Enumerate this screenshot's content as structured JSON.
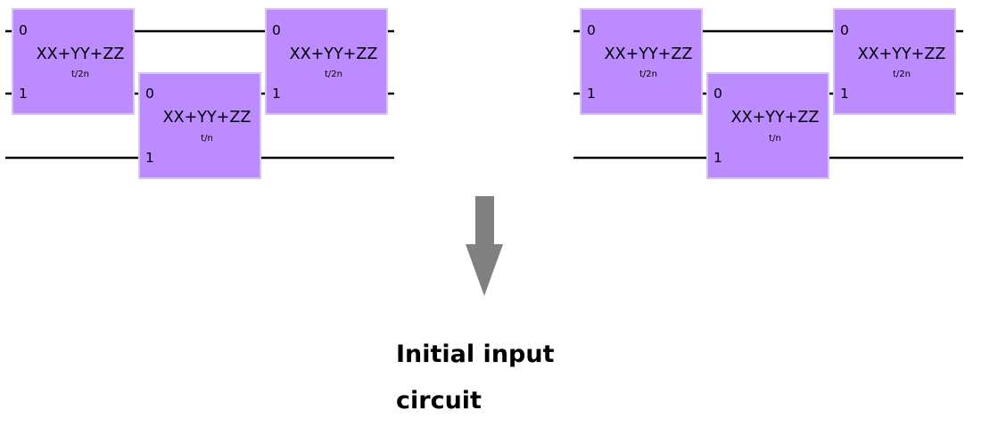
{
  "circuits": [
    {
      "gates": [
        {
          "name": "XX+YY+ZZ",
          "param": "t/2n",
          "ports": [
            "0",
            "1"
          ]
        },
        {
          "name": "XX+YY+ZZ",
          "param": "t/n",
          "ports": [
            "0",
            "1"
          ]
        },
        {
          "name": "XX+YY+ZZ",
          "param": "t/2n",
          "ports": [
            "0",
            "1"
          ]
        }
      ]
    },
    {
      "gates": [
        {
          "name": "XX+YY+ZZ",
          "param": "t/2n",
          "ports": [
            "0",
            "1"
          ]
        },
        {
          "name": "XX+YY+ZZ",
          "param": "t/n",
          "ports": [
            "0",
            "1"
          ]
        },
        {
          "name": "XX+YY+ZZ",
          "param": "t/2n",
          "ports": [
            "0",
            "1"
          ]
        }
      ]
    }
  ],
  "caption": {
    "line1": "Initial input",
    "line2": "circuit"
  },
  "colors": {
    "gate_fill": "#bb8bff",
    "arrow": "#808080"
  }
}
